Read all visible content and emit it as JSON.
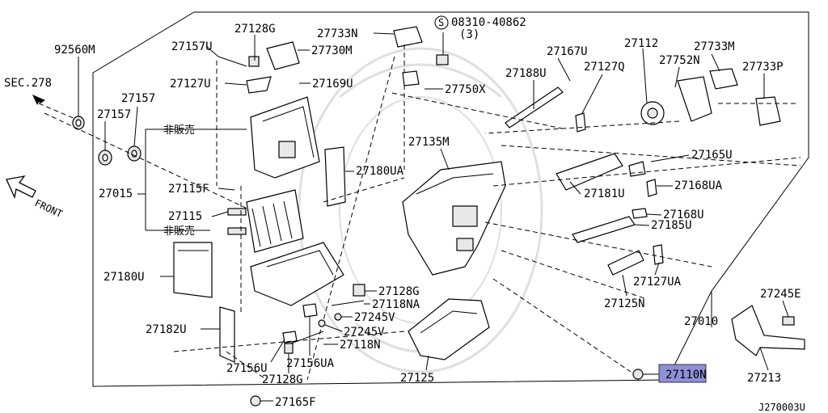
{
  "diagram": {
    "drawing_code": "J270003U",
    "front_label": "FRONT",
    "not_for_sale_label": "非販売",
    "special_label": {
      "prefix": "S",
      "code": "08310-40862",
      "qty": "(3)"
    },
    "highlight_part": "27110N",
    "highlight_color": "#8f8fd9",
    "sec_ref": "SEC.278",
    "labels": [
      {
        "id": "92560M",
        "text": "92560M"
      },
      {
        "id": "27157U",
        "text": "27157U"
      },
      {
        "id": "27128G-top",
        "text": "27128G"
      },
      {
        "id": "27733N",
        "text": "27733N"
      },
      {
        "id": "27730M",
        "text": "27730M"
      },
      {
        "id": "27167U",
        "text": "27167U"
      },
      {
        "id": "27112",
        "text": "27112"
      },
      {
        "id": "27733M",
        "text": "27733M"
      },
      {
        "id": "27127U",
        "text": "27127U"
      },
      {
        "id": "27169U",
        "text": "27169U"
      },
      {
        "id": "27188U",
        "text": "27188U"
      },
      {
        "id": "27127Q",
        "text": "27127Q"
      },
      {
        "id": "27752N",
        "text": "27752N"
      },
      {
        "id": "27733P",
        "text": "27733P"
      },
      {
        "id": "27157",
        "text": "27157"
      },
      {
        "id": "27157b",
        "text": "27157"
      },
      {
        "id": "27750X",
        "text": "27750X"
      },
      {
        "id": "27135M",
        "text": "27135M"
      },
      {
        "id": "27165U",
        "text": "27165U"
      },
      {
        "id": "27015",
        "text": "27015"
      },
      {
        "id": "27115F",
        "text": "27115F"
      },
      {
        "id": "27180UA",
        "text": "27180UA"
      },
      {
        "id": "27181U",
        "text": "27181U"
      },
      {
        "id": "27168UA",
        "text": "27168UA"
      },
      {
        "id": "27115",
        "text": "27115"
      },
      {
        "id": "27168U",
        "text": "27168U"
      },
      {
        "id": "27185U",
        "text": "27185U"
      },
      {
        "id": "27180U",
        "text": "27180U"
      },
      {
        "id": "27128G-mid",
        "text": "27128G"
      },
      {
        "id": "27118NA",
        "text": "27118NA"
      },
      {
        "id": "27127UA",
        "text": "27127UA"
      },
      {
        "id": "27245V-a",
        "text": "27245V"
      },
      {
        "id": "27245V-b",
        "text": "27245V"
      },
      {
        "id": "27125N",
        "text": "27125N"
      },
      {
        "id": "27245E",
        "text": "27245E"
      },
      {
        "id": "27182U",
        "text": "27182U"
      },
      {
        "id": "27118N",
        "text": "27118N"
      },
      {
        "id": "27010",
        "text": "27010"
      },
      {
        "id": "27156U",
        "text": "27156U"
      },
      {
        "id": "27156UA",
        "text": "27156UA"
      },
      {
        "id": "27125",
        "text": "27125"
      },
      {
        "id": "27213",
        "text": "27213"
      },
      {
        "id": "27128G-bot",
        "text": "27128G"
      },
      {
        "id": "27110N",
        "text": "27110N"
      },
      {
        "id": "27165F",
        "text": "27165F"
      }
    ]
  }
}
